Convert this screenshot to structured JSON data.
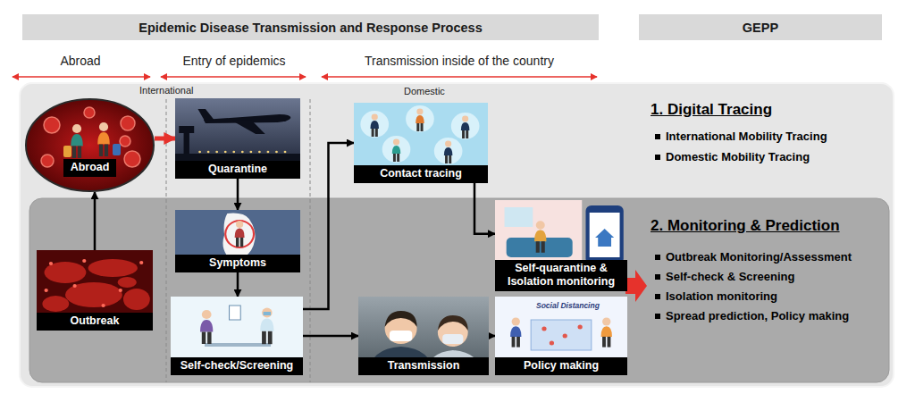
{
  "diagram": {
    "nodes": [
      {
        "text": [
          "Epidemic Disease Transmission and Response Process"
        ]
      },
      {
        "text": [
          "GEPP"
        ]
      },
      {
        "text": [
          "Abroad"
        ]
      },
      {
        "text": [
          "Quarantine"
        ]
      },
      {
        "text": [
          "Contact tracing"
        ]
      },
      {
        "text": [
          "Symptoms"
        ]
      },
      {
        "text": [
          "Self-quarantine & Isolation monitoring"
        ]
      },
      {
        "text": [
          "Outbreak"
        ]
      },
      {
        "text": [
          "Self-check/Screening"
        ]
      },
      {
        "text": [
          "Transmission"
        ]
      },
      {
        "text": [
          "Policy making"
        ]
      }
    ],
    "edges": [
      {
        "from": 7,
        "to": 2,
        "arrow": "to"
      },
      {
        "from": 2,
        "to": 3,
        "arrow": "to"
      },
      {
        "from": 3,
        "to": 5,
        "arrow": "to"
      },
      {
        "from": 5,
        "to": 8,
        "arrow": "to"
      },
      {
        "from": 8,
        "to": 4,
        "arrow": "to"
      },
      {
        "from": 8,
        "to": 9,
        "arrow": "to"
      },
      {
        "from": 4,
        "to": 6,
        "arrow": "to"
      },
      {
        "from": 9,
        "to": 10,
        "arrow": "to"
      }
    ],
    "labels": [
      "Abroad",
      "Entry of epidemics",
      "Transmission inside of the country",
      "International",
      "Domestic",
      "1. Digital Tracing",
      "International Mobility Tracing",
      "Domestic Mobility Tracing",
      "2. Monitoring & Prediction",
      "Outbreak Monitoring/Assessment",
      "Self-check & Screening",
      "Isolation monitoring",
      "Spread prediction, Policy making",
      "Social Distancing"
    ]
  }
}
